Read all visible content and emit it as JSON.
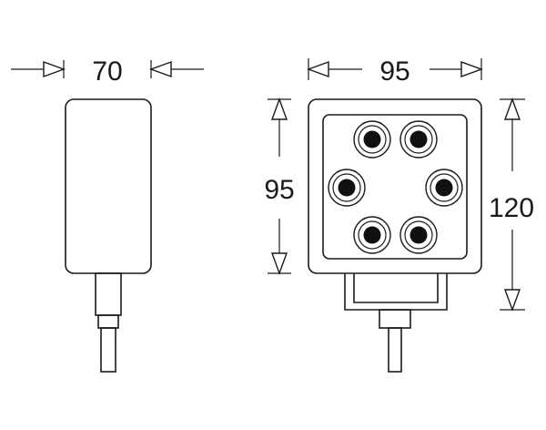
{
  "side_view": {
    "width_label": "70"
  },
  "front_view": {
    "width_label": "95",
    "inner_height_label": "95",
    "total_height_label": "120",
    "led_count": 6
  },
  "colors": {
    "line": "#1a1a1a",
    "background": "#ffffff",
    "led": "#111111"
  }
}
